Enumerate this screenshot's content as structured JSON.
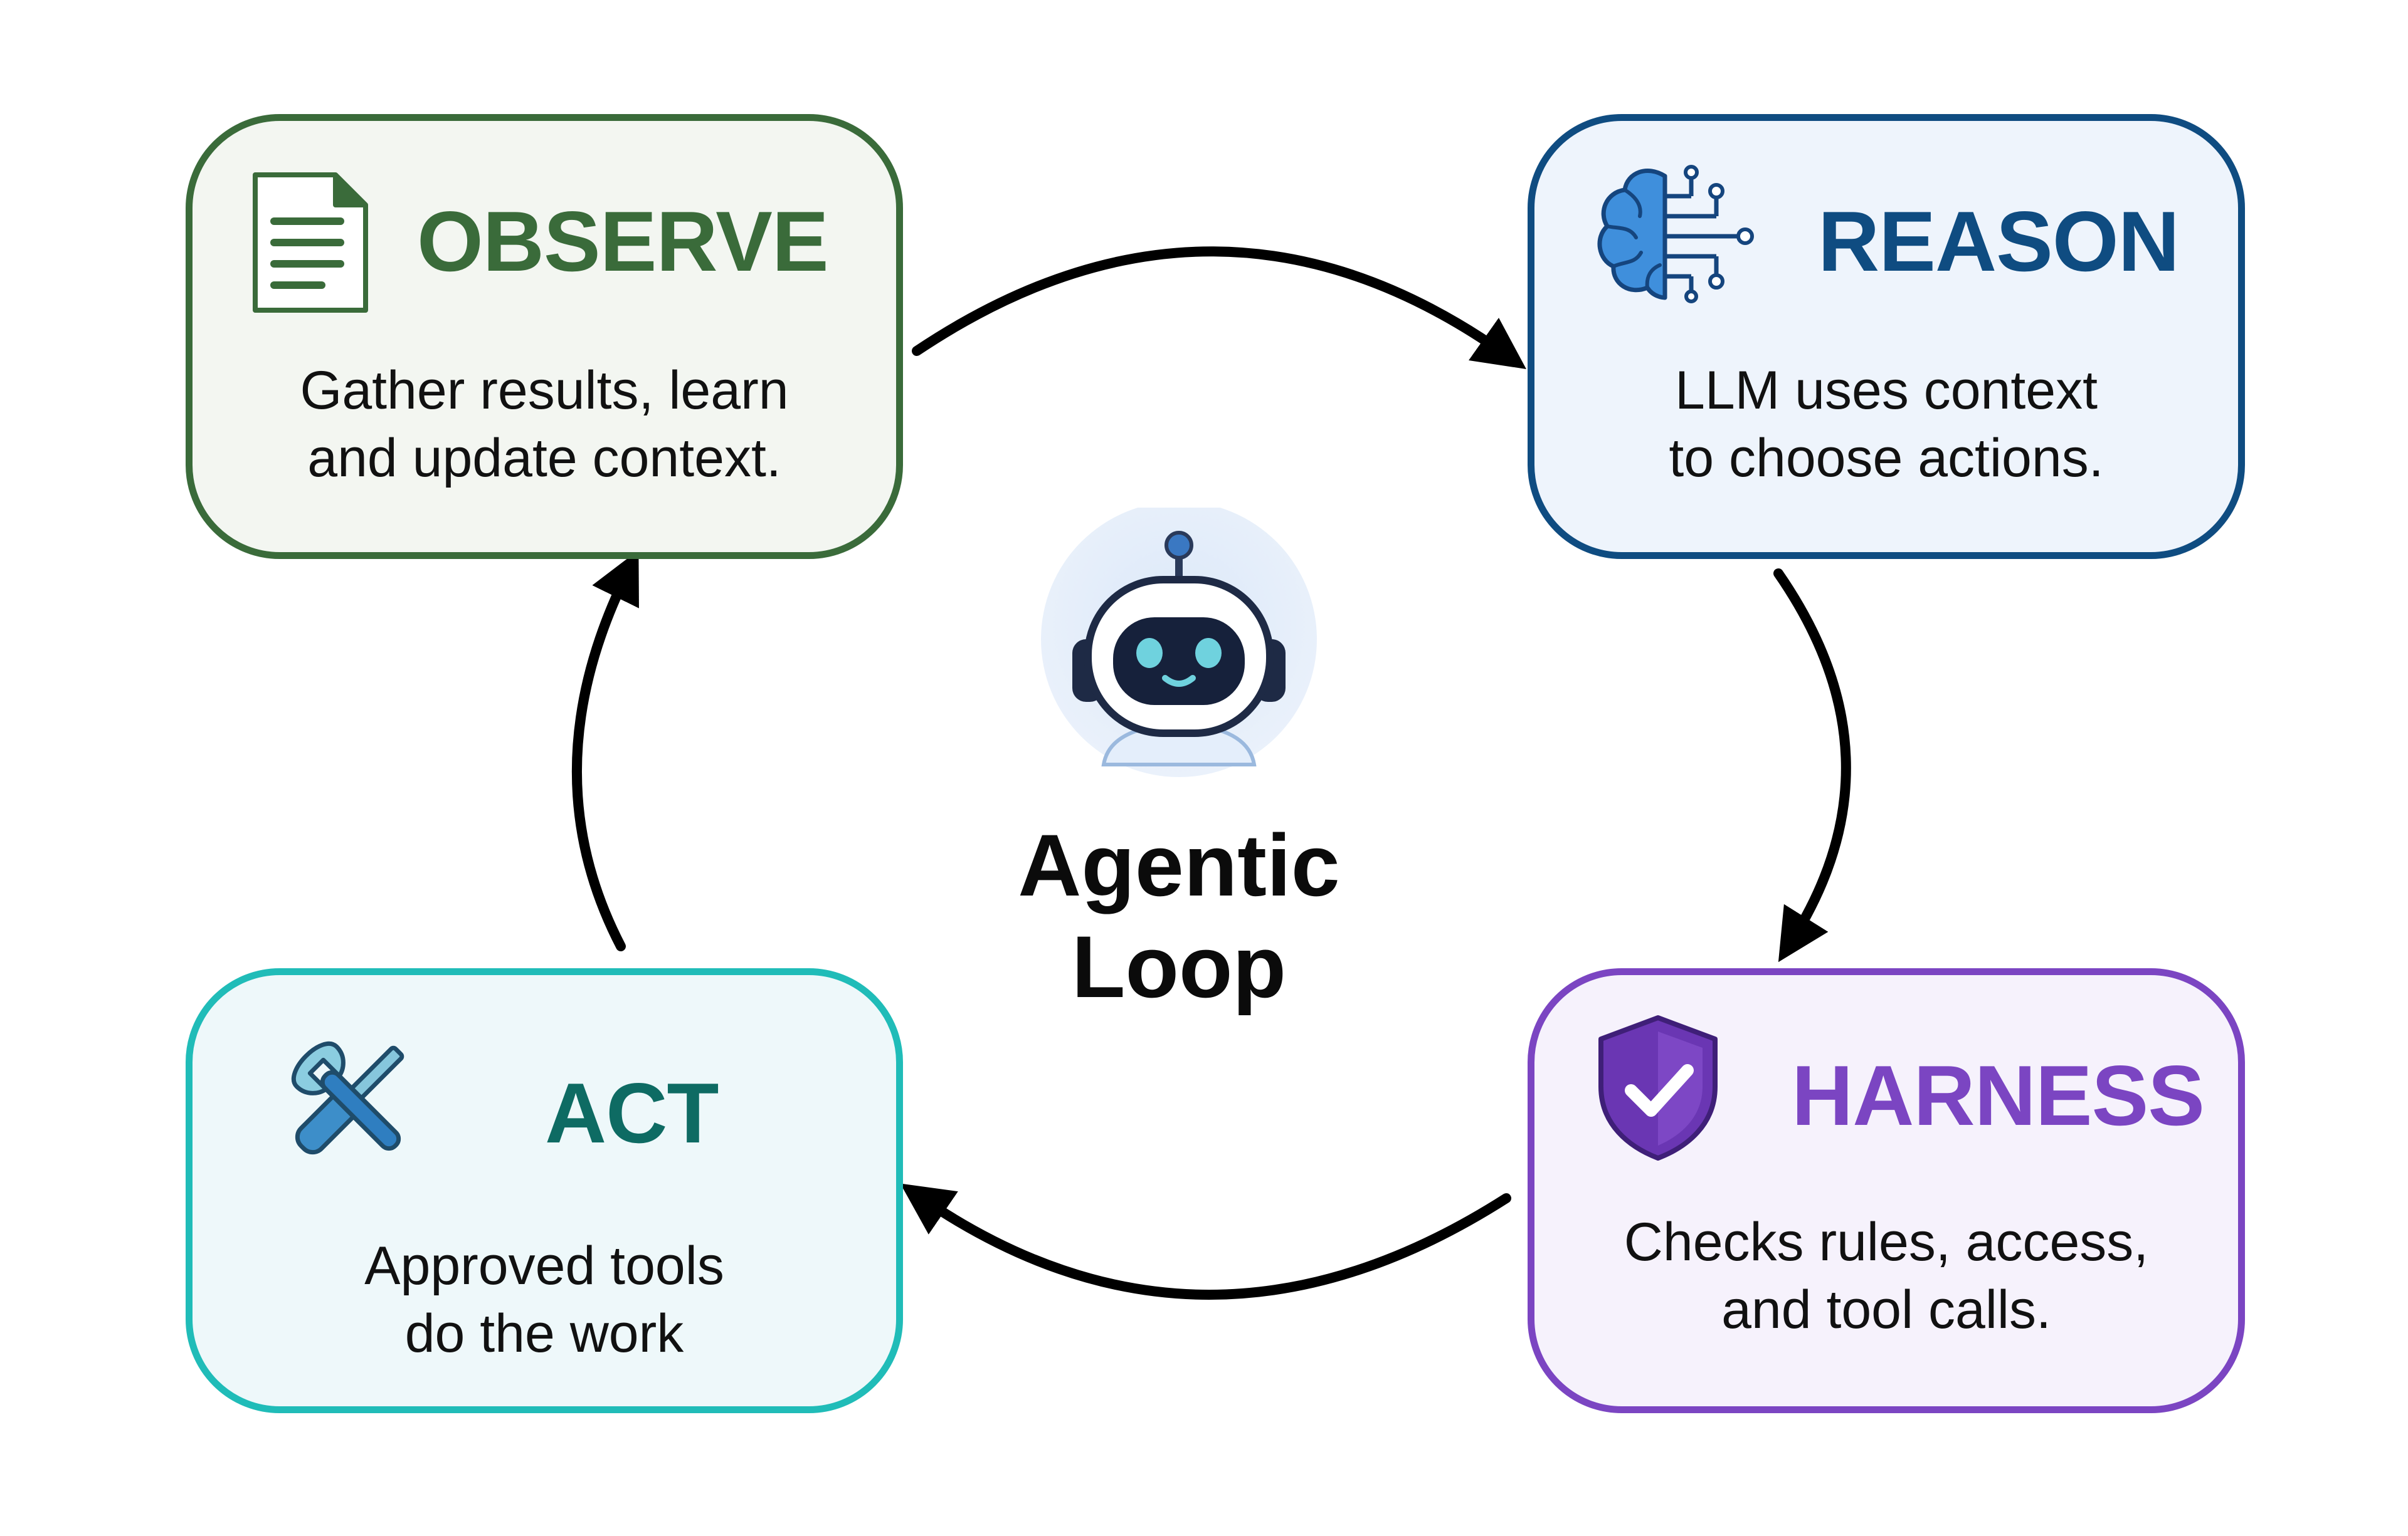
{
  "colors": {
    "observe": "#3a6b3a",
    "observe_bg": "#f3f6f1",
    "reason": "#0f4c81",
    "reason_bg": "#eef4fc",
    "harness": "#7b45c2",
    "harness_bg": "#f6f2fc",
    "act_border": "#20bcb8",
    "act_title": "#0e6b63",
    "act_bg": "#eef8fa",
    "arrow": "#000000"
  },
  "center": {
    "title_line1": "Agentic",
    "title_line2": "Loop",
    "icon": "robot-icon"
  },
  "steps": [
    {
      "id": "observe",
      "title": "OBSERVE",
      "icon": "document-icon",
      "desc_line1": "Gather results, learn",
      "desc_line2": "and update context."
    },
    {
      "id": "reason",
      "title": "REASON",
      "icon": "brain-circuit-icon",
      "desc_line1": "LLM uses context",
      "desc_line2": "to choose actions."
    },
    {
      "id": "harness",
      "title": "HARNESS",
      "icon": "shield-check-icon",
      "desc_line1": "Checks rules, access,",
      "desc_line2": "and tool calls."
    },
    {
      "id": "act",
      "title": "ACT",
      "icon": "tools-icon",
      "desc_line1": "Approved tools",
      "desc_line2": "do the work"
    }
  ]
}
